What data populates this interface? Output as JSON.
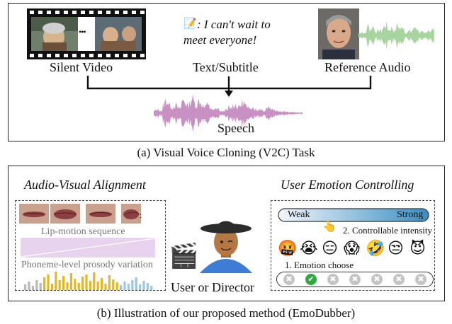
{
  "panel_a": {
    "silent_video_label": "Silent Video",
    "text_subtitle_label": "Text/Subtitle",
    "reference_audio_label": "Reference Audio",
    "subtitle_icon": "memo-icon",
    "subtitle_line1": ": I can't wait to",
    "subtitle_line2": "meet everyone!",
    "speech_label": "Speech",
    "ellipsis": "•••",
    "caption": "(a) Visual Voice Cloning (V2C) Task",
    "colors": {
      "speech": "#c990c4",
      "reference_wave": "#a8d4a0"
    }
  },
  "panel_b": {
    "alignment_title": "Audio-Visual Alignment",
    "lip_motion_label": "Lip-motion sequence",
    "prosody_label": "Phoneme-level prosody variation",
    "user_label": "User or Director",
    "emotion_title": "User Emotion Controlling",
    "weak_label": "Weak",
    "strong_label": "Strong",
    "intensity_label": "2. Controllable intensity",
    "emotion_choose_label": "1. Emotion choose",
    "emojis": [
      "🤬",
      "😭",
      "😑",
      "😱",
      "🤣",
      "😒",
      "😈"
    ],
    "emoji_names": [
      "angry-emoji",
      "crying-emoji",
      "neutral-emoji",
      "fear-emoji",
      "laughing-emoji",
      "unamused-emoji",
      "devil-emoji"
    ],
    "selected_emotion_index": 1,
    "caption": "(b) Illustration of our proposed method (EmoDubber)",
    "colors": {
      "prosody_gold": "#e6b820",
      "prosody_blue": "#9cc6e6",
      "prosody_gray": "#b8b8b8",
      "lip_band": "#e7d3ee",
      "slider": "#3a8ec2",
      "check": "#2eaa3e"
    }
  }
}
